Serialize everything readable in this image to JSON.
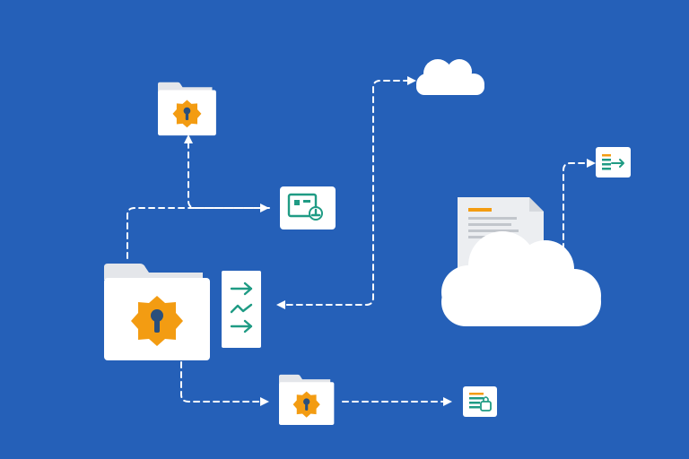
{
  "colors": {
    "background": "#2560b8",
    "accent": "#f39c12",
    "teal": "#1f9b84",
    "keyhole": "#2a4f7c",
    "white": "#ffffff"
  },
  "nodes": [
    {
      "id": "secure-folder-large",
      "icon": "secure-folder-icon"
    },
    {
      "id": "data-flow-panel",
      "icon": "transfer-arrows-icon"
    },
    {
      "id": "secure-folder-top",
      "icon": "secure-folder-icon"
    },
    {
      "id": "access-card",
      "icon": "id-card-icon"
    },
    {
      "id": "cloud-small",
      "icon": "cloud-icon"
    },
    {
      "id": "cloud-large",
      "icon": "cloud-icon"
    },
    {
      "id": "document",
      "icon": "document-icon"
    },
    {
      "id": "list-transfer-card",
      "icon": "list-export-icon"
    },
    {
      "id": "secure-folder-bottom",
      "icon": "secure-folder-icon"
    },
    {
      "id": "locked-list-card",
      "icon": "locked-list-icon"
    }
  ],
  "connections": [
    {
      "from": "access-card",
      "to": "secure-folder-top"
    },
    {
      "from": "secure-folder-large",
      "to": "access-card"
    },
    {
      "from": "cloud-small",
      "to": "data-flow-panel"
    },
    {
      "from": "secure-folder-large",
      "to": "secure-folder-bottom"
    },
    {
      "from": "secure-folder-bottom",
      "to": "locked-list-card"
    },
    {
      "from": "cloud-large",
      "to": "list-transfer-card"
    }
  ]
}
